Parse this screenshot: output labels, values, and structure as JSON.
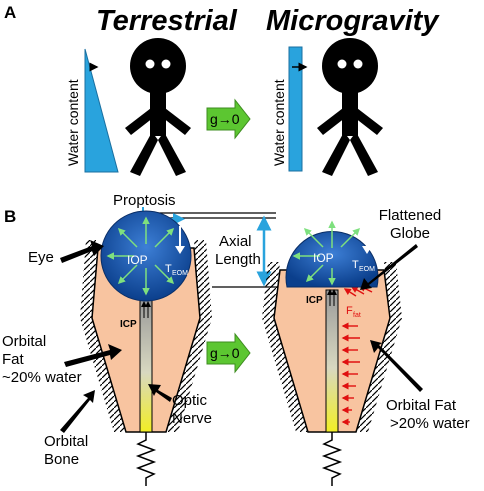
{
  "panel_a": {
    "label": "A",
    "left_title": "Terrestrial",
    "right_title": "Microgravity",
    "water_content_label": "Water content",
    "transition_label": "g→0"
  },
  "panel_b": {
    "label": "B",
    "proptosis_label": "Proptosis",
    "axial_label_line1": "Axial",
    "axial_label_line2": "Length",
    "eye_label": "Eye",
    "flattened_line1": "Flattened",
    "flattened_line2": "Globe",
    "iop_label": "IOP",
    "teom_main": "T",
    "teom_sub": "EOM",
    "icp_label": "ICP",
    "ffat_main": "F",
    "ffat_sub": "fat",
    "transition_label": "g→0",
    "orbital_fat_left": [
      "Orbital",
      "Fat",
      "~20% water"
    ],
    "optic_nerve": [
      "Optic",
      "Nerve"
    ],
    "orbital_bone": [
      "Orbital",
      "Bone"
    ],
    "orbital_fat_right": [
      "Orbital Fat",
      ">20% water"
    ]
  },
  "colors": {
    "water_blue": "#29a3dd",
    "eye_blue_dark": "#0b3f8c",
    "eye_blue_light": "#2566c4",
    "orbital_fat": "#f8c4a0",
    "arrow_green": "#5cc631",
    "inner_green": "#7ee07e",
    "force_red": "#e01010",
    "nerve_yellow": "#f2ee24"
  }
}
